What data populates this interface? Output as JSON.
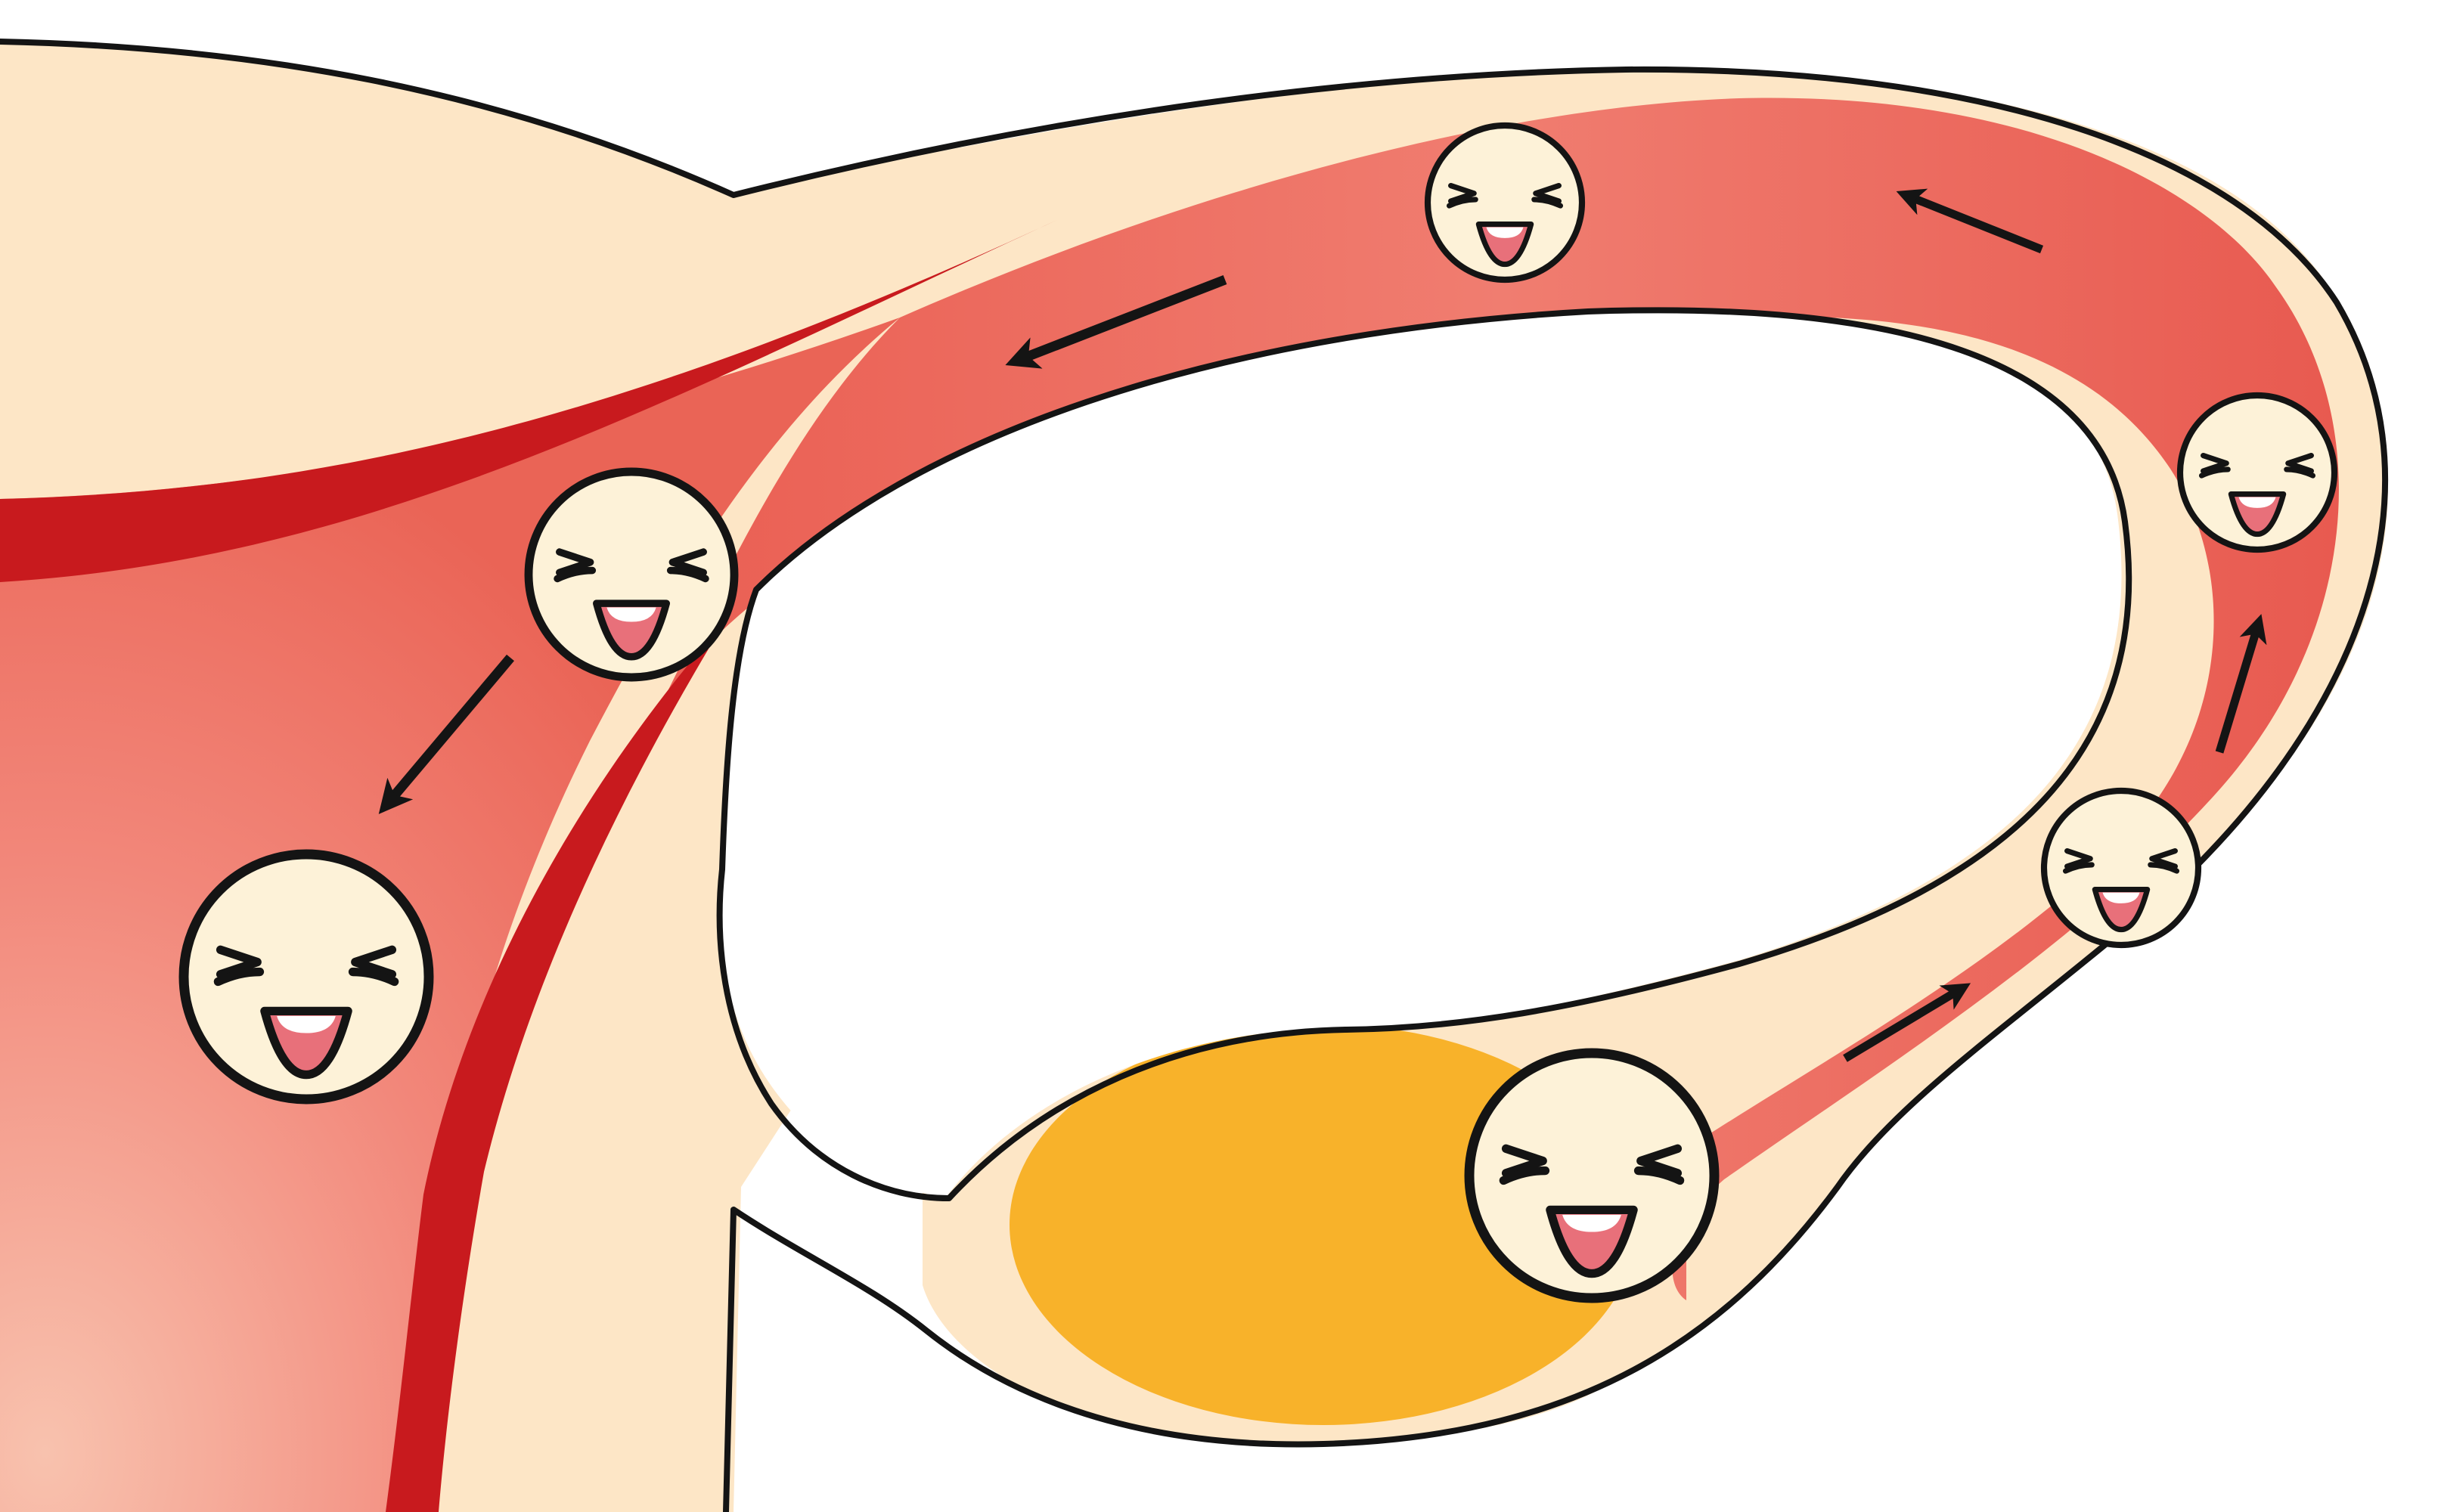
{
  "diagram": {
    "colors": {
      "background": "#ffffff",
      "tissue": "#fde6c6",
      "lumen": "#ec6a5e",
      "lining": "#c81a1e",
      "ovary": "#f8b22a",
      "face": "#fdf2d8",
      "outline": "#141414",
      "mouth": "#e8707a"
    },
    "egg_icon_name": "smiling-egg-icon",
    "arrow_icon_name": "direction-arrow-icon",
    "eggs": [
      {
        "id": "egg-ovary",
        "stage": 1
      },
      {
        "id": "egg-tube-lower",
        "stage": 2
      },
      {
        "id": "egg-tube-curve",
        "stage": 3
      },
      {
        "id": "egg-tube-top",
        "stage": 4
      },
      {
        "id": "egg-tube-descending",
        "stage": 5
      },
      {
        "id": "egg-uterus",
        "stage": 6
      }
    ],
    "arrows": [
      {
        "id": "arrow-1",
        "direction": "up-right"
      },
      {
        "id": "arrow-2",
        "direction": "up"
      },
      {
        "id": "arrow-3",
        "direction": "up-left"
      },
      {
        "id": "arrow-4",
        "direction": "down-left"
      },
      {
        "id": "arrow-5",
        "direction": "down-left"
      }
    ]
  }
}
